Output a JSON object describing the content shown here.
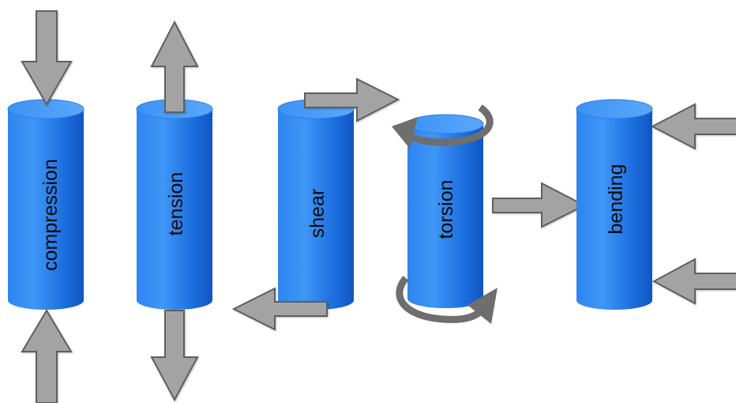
{
  "labels": {
    "compression": "compression",
    "tension": "tension",
    "shear": "shear",
    "torsion": "torsion",
    "bending": "bending"
  },
  "colors": {
    "cylinder_body": "#1f75e6",
    "cylinder_light": "#3d93f5",
    "cylinder_dark": "#0f55c4",
    "cylinder_top": "#4aa0fb",
    "arrow_fill": "#a3a3a3",
    "arrow_stroke": "#5e5e5e",
    "label_text": "#0a0a0a"
  }
}
